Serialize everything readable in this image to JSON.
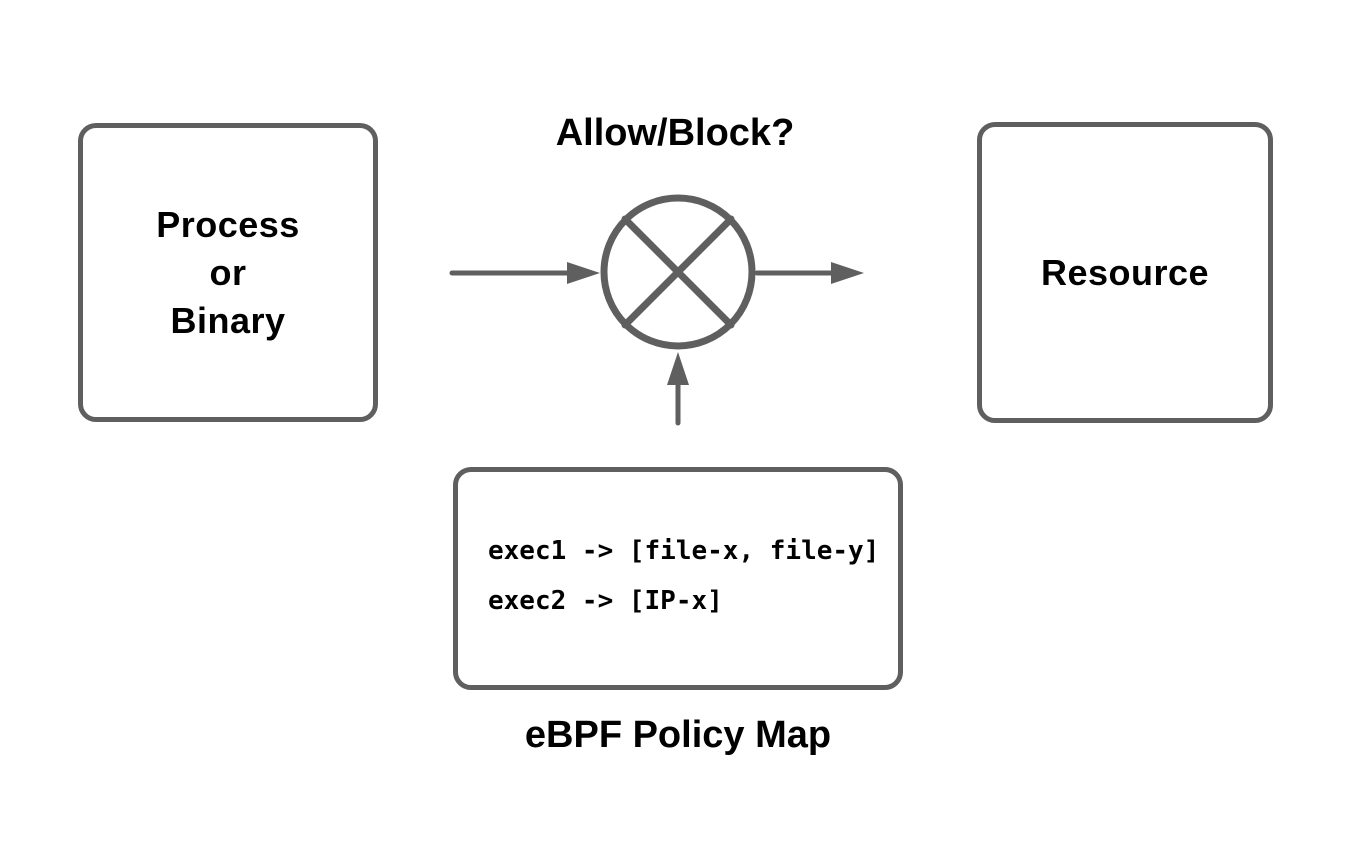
{
  "diagram": {
    "colors": {
      "stroke": "#5f5f5f",
      "text": "#000000",
      "background": "#ffffff"
    },
    "decision_label": "Allow/Block?",
    "process_node": {
      "lines": [
        "Process",
        "or",
        "Binary"
      ]
    },
    "resource_node": {
      "label": "Resource"
    },
    "gate_node": {
      "icon": "circle-x-gate-icon"
    },
    "policy_map": {
      "entries": [
        "exec1 -> [file-x, file-y]",
        "exec2 -> [IP-x]"
      ],
      "caption": "eBPF Policy Map"
    }
  }
}
